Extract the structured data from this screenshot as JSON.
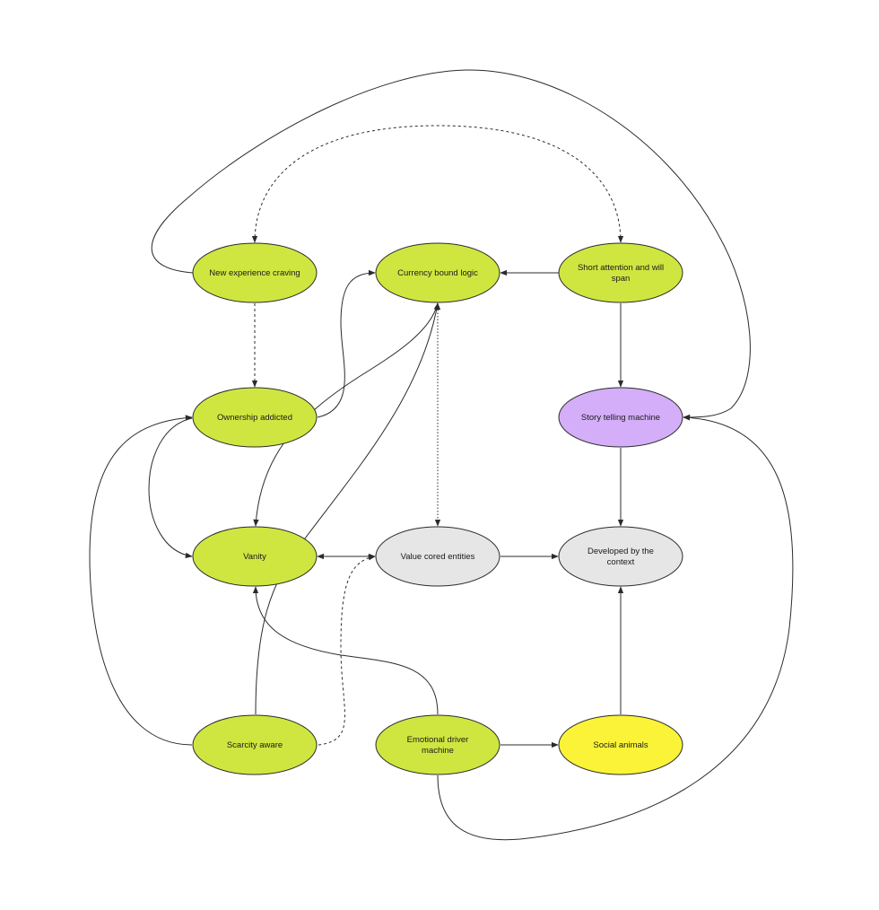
{
  "colors": {
    "green": "#cfe640",
    "purple": "#d4aef8",
    "gray": "#e6e6e6",
    "yellow": "#fbf338",
    "stroke": "#2b2b2b"
  },
  "nodes": {
    "new_experience": {
      "lines": [
        "New experience craving"
      ],
      "color": "green"
    },
    "currency": {
      "lines": [
        "Currency bound logic"
      ],
      "color": "green"
    },
    "short_attention": {
      "lines": [
        "Short attention and will",
        "span"
      ],
      "color": "green"
    },
    "ownership": {
      "lines": [
        "Ownership addicted"
      ],
      "color": "green"
    },
    "story": {
      "lines": [
        "Story telling machine"
      ],
      "color": "purple"
    },
    "vanity": {
      "lines": [
        "Vanity"
      ],
      "color": "green"
    },
    "value": {
      "lines": [
        "Value cored entities"
      ],
      "color": "gray"
    },
    "developed": {
      "lines": [
        "Developed by the",
        "context"
      ],
      "color": "gray"
    },
    "scarcity": {
      "lines": [
        "Scarcity aware"
      ],
      "color": "green"
    },
    "emotional": {
      "lines": [
        "Emotional driver",
        "machine"
      ],
      "color": "green"
    },
    "social": {
      "lines": [
        "Social animals"
      ],
      "color": "yellow"
    }
  },
  "edges": [
    {
      "id": "new-experience-to-story",
      "from": "new_experience",
      "to": "story",
      "style": "solid",
      "arrow_end": true
    },
    {
      "id": "new-experience-to-short-attention",
      "from": "new_experience",
      "to": "short_attention",
      "style": "dashed",
      "arrow_start": true,
      "arrow_end": true
    },
    {
      "id": "new-experience-to-ownership",
      "from": "new_experience",
      "to": "ownership",
      "style": "dashed",
      "arrow_end": true
    },
    {
      "id": "short-attention-to-currency",
      "from": "short_attention",
      "to": "currency",
      "style": "solid",
      "arrow_end": true
    },
    {
      "id": "short-attention-to-story",
      "from": "short_attention",
      "to": "story",
      "style": "solid",
      "arrow_end": true
    },
    {
      "id": "ownership-to-currency",
      "from": "ownership",
      "to": "currency",
      "style": "solid",
      "arrow_end": true
    },
    {
      "id": "currency-to-vanity",
      "from": "currency",
      "to": "vanity",
      "style": "solid",
      "arrow_end": true
    },
    {
      "id": "currency-to-value",
      "from": "currency",
      "to": "value",
      "style": "dotted",
      "arrow_start": true,
      "arrow_end": true
    },
    {
      "id": "scarcity-to-currency",
      "from": "scarcity",
      "to": "currency",
      "style": "solid",
      "arrow_end": true
    },
    {
      "id": "ownership-to-vanity",
      "from": "ownership",
      "to": "vanity",
      "style": "solid",
      "arrow_end": true
    },
    {
      "id": "scarcity-to-ownership",
      "from": "scarcity",
      "to": "ownership",
      "style": "solid",
      "arrow_end": true
    },
    {
      "id": "vanity-value",
      "from": "vanity",
      "to": "value",
      "style": "solid",
      "arrow_start": true,
      "arrow_end": true
    },
    {
      "id": "value-to-developed",
      "from": "value",
      "to": "developed",
      "style": "solid",
      "arrow_end": true
    },
    {
      "id": "story-to-developed",
      "from": "story",
      "to": "developed",
      "style": "solid",
      "arrow_end": true
    },
    {
      "id": "scarcity-to-value",
      "from": "scarcity",
      "to": "value",
      "style": "dashed",
      "arrow_end": true
    },
    {
      "id": "emotional-to-vanity",
      "from": "emotional",
      "to": "vanity",
      "style": "solid",
      "arrow_end": true
    },
    {
      "id": "emotional-to-social",
      "from": "emotional",
      "to": "social",
      "style": "solid",
      "arrow_end": true
    },
    {
      "id": "social-to-developed",
      "from": "social",
      "to": "developed",
      "style": "solid",
      "arrow_end": true
    },
    {
      "id": "emotional-to-story",
      "from": "emotional",
      "to": "story",
      "style": "solid",
      "arrow_end": true
    }
  ]
}
